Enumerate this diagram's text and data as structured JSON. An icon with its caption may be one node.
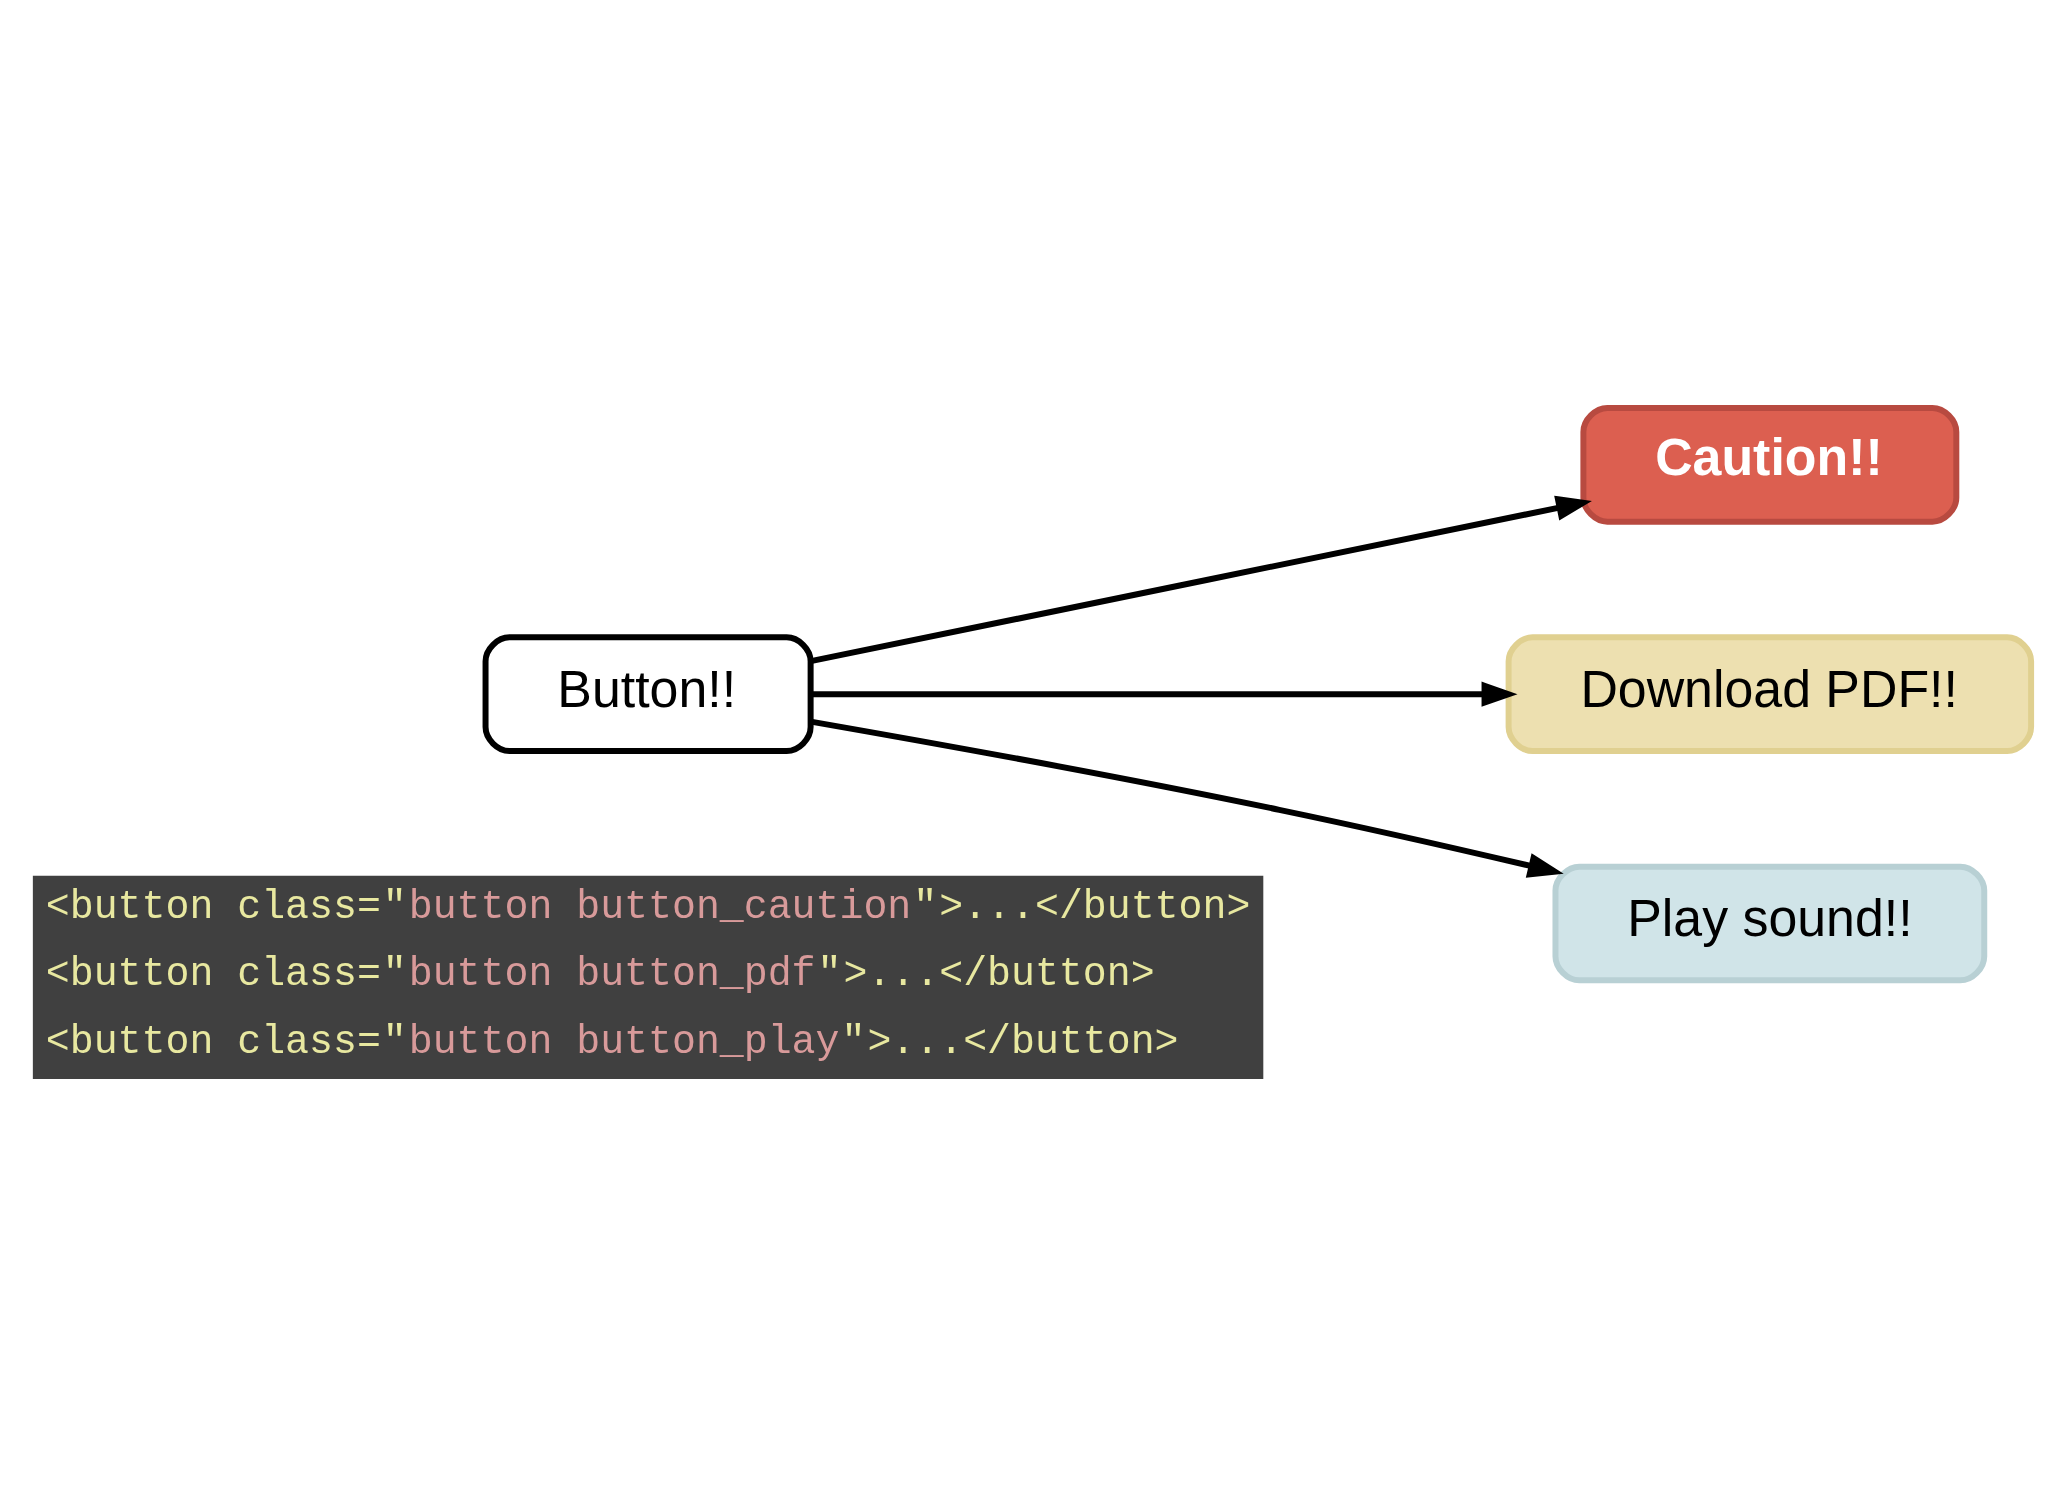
{
  "diagram": {
    "nodes": [
      {
        "text": [
          "Button!!"
        ]
      },
      {
        "text": [
          "Caution!!"
        ]
      },
      {
        "text": [
          "Download PDF!!"
        ]
      },
      {
        "text": [
          "Play sound!!"
        ]
      }
    ],
    "edges": [
      {
        "from": 0,
        "to": 1,
        "arrow": "to"
      },
      {
        "from": 0,
        "to": 2,
        "arrow": "to"
      },
      {
        "from": 0,
        "to": 3,
        "arrow": "to"
      }
    ],
    "labels": [
      "<button class=\"button button_caution\">...</button>",
      "<button class=\"button button_pdf\">...</button>",
      "<button class=\"button button_play\">...</button>"
    ]
  }
}
